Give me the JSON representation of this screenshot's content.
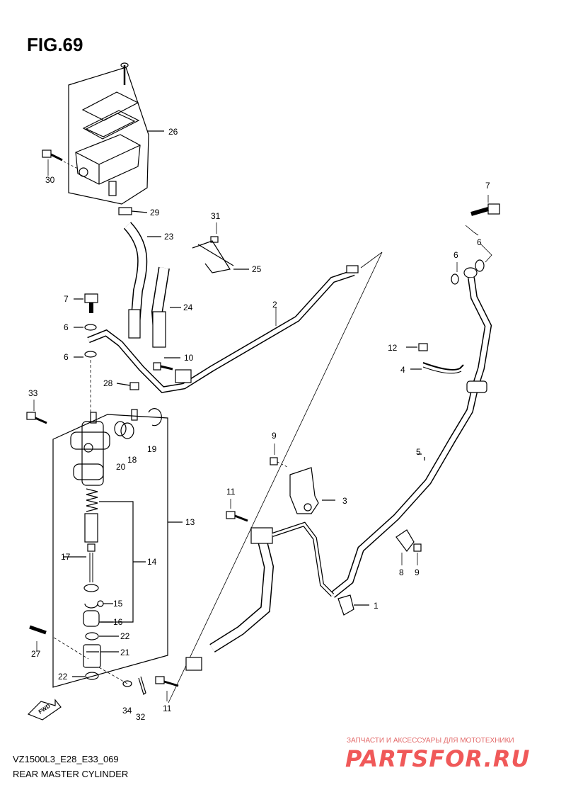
{
  "figure": {
    "title": "FIG.69",
    "model_code": "VZ1500L3_E28_E33_069",
    "caption": "REAR MASTER CYLINDER",
    "fwd_label": "FWD"
  },
  "watermark": {
    "subtitle": "ЗАПЧАСТИ И АКСЕССУАРЫ ДЛЯ МОТОТЕХНИКИ",
    "logo": "PARTSFOR.RU",
    "color": "#ee3d3d"
  },
  "callouts": {
    "c1": "1",
    "c2": "2",
    "c3": "3",
    "c4": "4",
    "c5": "5",
    "c6a": "6",
    "c6b": "6",
    "c6c": "6",
    "c6d": "6",
    "c7a": "7",
    "c7b": "7",
    "c8": "8",
    "c9a": "9",
    "c9b": "9",
    "c10": "10",
    "c11a": "11",
    "c11b": "11",
    "c12": "12",
    "c13": "13",
    "c14": "14",
    "c15": "15",
    "c16": "16",
    "c17": "17",
    "c18": "18",
    "c19": "19",
    "c20": "20",
    "c21": "21",
    "c22a": "22",
    "c22b": "22",
    "c23": "23",
    "c24": "24",
    "c25": "25",
    "c26": "26",
    "c27": "27",
    "c28": "28",
    "c29": "29",
    "c30": "30",
    "c31": "31",
    "c32": "32",
    "c33": "33",
    "c34": "34"
  }
}
